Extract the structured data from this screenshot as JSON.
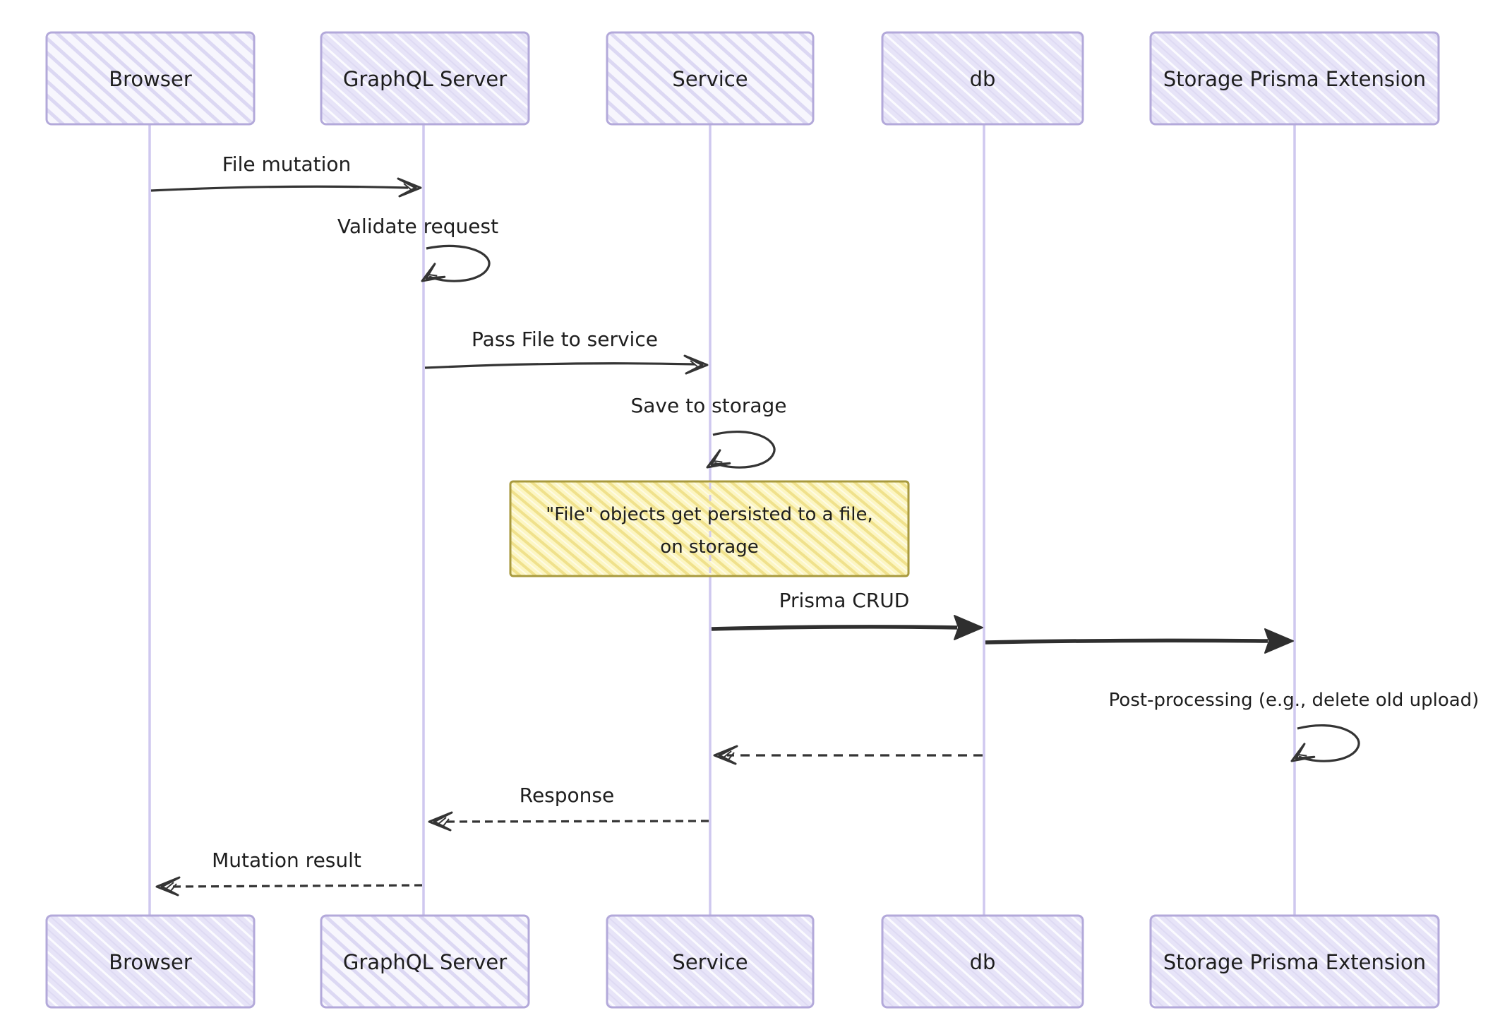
{
  "diagram": {
    "kind": "sequence-diagram",
    "style": "hand-drawn",
    "background": "#ffffff"
  },
  "actors": [
    {
      "id": "browser",
      "label": "Browser"
    },
    {
      "id": "graphql-server",
      "label": "GraphQL Server"
    },
    {
      "id": "service",
      "label": "Service"
    },
    {
      "id": "db",
      "label": "db"
    },
    {
      "id": "storage-prisma-extension",
      "label": "Storage Prisma Extension"
    }
  ],
  "messages": [
    {
      "label": "File mutation",
      "from": "Browser",
      "to": "GraphQL Server",
      "line": "solid",
      "arrow": "open"
    },
    {
      "label": "Validate request",
      "from": "GraphQL Server",
      "to": "GraphQL Server",
      "line": "self-loop",
      "arrow": "open"
    },
    {
      "label": "Pass File to service",
      "from": "GraphQL Server",
      "to": "Service",
      "line": "solid",
      "arrow": "open"
    },
    {
      "label": "Save to storage",
      "from": "Service",
      "to": "Service",
      "line": "self-loop",
      "arrow": "open"
    },
    {
      "label": "Prisma CRUD",
      "from": "Service",
      "to": "db",
      "line": "solid-thick",
      "arrow": "filled"
    },
    {
      "label": "",
      "from": "db",
      "to": "Storage Prisma Extension",
      "line": "solid-thick",
      "arrow": "filled"
    },
    {
      "label": "Post-processing (e.g., delete old upload)",
      "from": "Storage Prisma Extension",
      "to": "Storage Prisma Extension",
      "line": "self-loop",
      "arrow": "open"
    },
    {
      "label": "",
      "from": "db",
      "to": "Service",
      "line": "dashed",
      "arrow": "open"
    },
    {
      "label": "Response",
      "from": "Service",
      "to": "GraphQL Server",
      "line": "dashed",
      "arrow": "open"
    },
    {
      "label": "Mutation result",
      "from": "GraphQL Server",
      "to": "Browser",
      "line": "dashed",
      "arrow": "open"
    }
  ],
  "note": {
    "over": "Service",
    "line1": "\"File\" objects get persisted to a file,",
    "line2": "on storage"
  },
  "colors": {
    "actor_fill": "#e7e4f8",
    "actor_fill_light": "#f4f2fc",
    "actor_border": "#b3a9da",
    "lifeline": "#cfc8ef",
    "arrow": "#343434",
    "text": "#1e1e1e",
    "note_fill": "#fbf3bb",
    "note_hatch": "#f0e18c",
    "note_border": "#a89a3e"
  }
}
